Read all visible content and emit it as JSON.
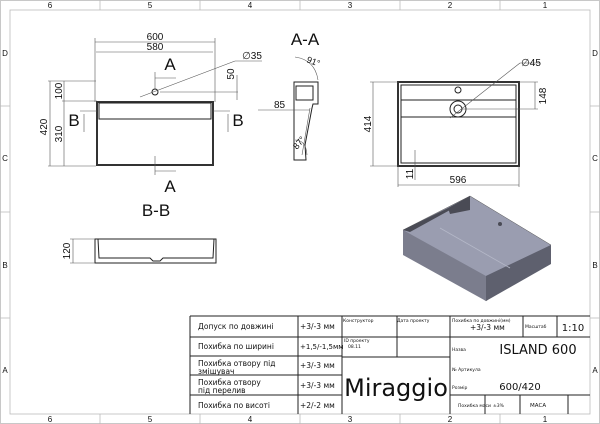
{
  "frame": {
    "columns": [
      "6",
      "5",
      "4",
      "3",
      "2",
      "1"
    ],
    "rows": [
      "D",
      "C",
      "B",
      "A"
    ]
  },
  "views": {
    "top": {
      "dims": [
        "600",
        "580",
        "∅35",
        "50",
        "100",
        "420",
        "310"
      ],
      "section_a": "A",
      "section_b": "B"
    },
    "section_aa": {
      "title": "A-A",
      "dims": [
        "91°",
        "85",
        "87°"
      ]
    },
    "front": {
      "dims": [
        "∅45",
        "148",
        "414",
        "11",
        "596"
      ]
    },
    "section_bb": {
      "title": "B-B",
      "dims": [
        "120"
      ]
    }
  },
  "title_block": {
    "left_rows": [
      {
        "label": "Допуск по довжині",
        "value": "+3/-3 мм"
      },
      {
        "label": "Похибка по ширині",
        "value": "+1,5/-1,5мм"
      },
      {
        "label": "Похибка отвору під змішувач",
        "value": "+3/-3 мм"
      },
      {
        "label": "Похибка отвору під перелив",
        "value": "+3/-3 мм"
      },
      {
        "label": "Похибка по висоті",
        "value": "+2/-2 мм"
      }
    ],
    "constructor_label": "Конструктор",
    "date_label": "Дата проекту",
    "project_id_label": "ID проекту",
    "project_id": "08.11",
    "brand": "Miraggio",
    "length_tol_label": "Похибка по довжині(мм)",
    "length_tol": "+3/-3 мм",
    "scale_label": "Масштаб",
    "scale": "1:10",
    "name_label": "Назва",
    "name": "ISLAND 600",
    "article_label": "№ Артикула",
    "size_label": "Розмір",
    "size": "600/420",
    "mass_tol_label": "Похибка маси",
    "mass_tol": "±3%",
    "mass_label": "МАСА"
  },
  "colors": {
    "iso_top": "#9a9db0",
    "iso_side": "#6e7080",
    "iso_dark": "#4a4b55"
  }
}
